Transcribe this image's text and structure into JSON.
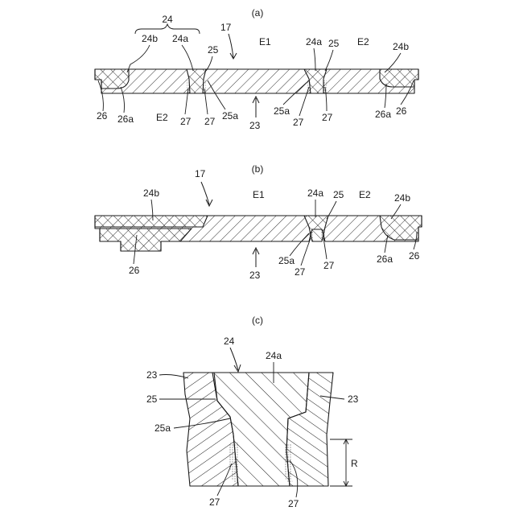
{
  "figure": {
    "panel_a": {
      "caption": "(a)",
      "labels": {
        "brace_24": "24",
        "l_24b_left": "24b",
        "l_24a_left": "24a",
        "l_25_left": "25",
        "l_17": "17",
        "l_E1": "E1",
        "l_24a_right": "24a",
        "l_25_right": "25",
        "l_E2_top": "E2",
        "l_24b_right": "24b",
        "l_26_left": "26",
        "l_26a_left": "26a",
        "l_E2_bottom": "E2",
        "l_27_a": "27",
        "l_27_b": "27",
        "l_25a_left": "25a",
        "l_23": "23",
        "l_25a_right": "25a",
        "l_27_c": "27",
        "l_27_d": "27",
        "l_26a_right": "26a",
        "l_26_right": "26"
      }
    },
    "panel_b": {
      "caption": "(b)",
      "labels": {
        "l_17": "17",
        "l_24b_left": "24b",
        "l_E1": "E1",
        "l_24a": "24a",
        "l_25": "25",
        "l_E2": "E2",
        "l_24b_right": "24b",
        "l_26_left": "26",
        "l_25a": "25a",
        "l_27_a": "27",
        "l_27_b": "27",
        "l_26a": "26a",
        "l_26_right": "26",
        "l_23": "23"
      }
    },
    "panel_c": {
      "caption": "(c)",
      "labels": {
        "l_24": "24",
        "l_24a": "24a",
        "l_23_left": "23",
        "l_23_right": "23",
        "l_25": "25",
        "l_25a": "25a",
        "l_R": "R",
        "l_27_left": "27",
        "l_27_right": "27"
      }
    }
  }
}
